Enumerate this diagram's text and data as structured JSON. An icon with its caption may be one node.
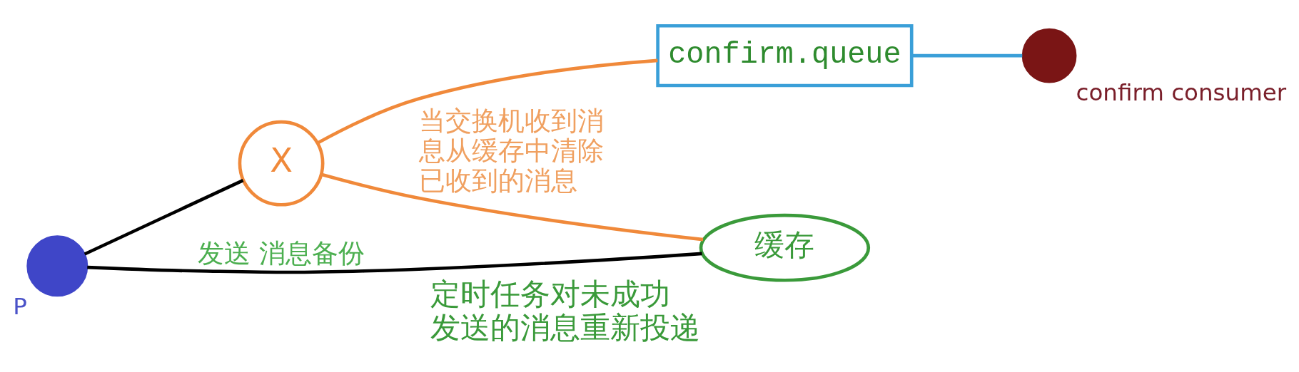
{
  "diagram": {
    "nodes": [
      {
        "text": [],
        "shape": "circle",
        "beside": [
          "P"
        ]
      },
      {
        "text": [
          "X"
        ]
      },
      {
        "text": [
          "confirm.queue"
        ]
      },
      {
        "text": [],
        "shape": "circle",
        "beside": [
          "confirm consumer"
        ]
      },
      {
        "text": [
          "缓存"
        ],
        "beside": [
          "定时任务对未成功发送的消息重新投递"
        ]
      }
    ],
    "edges": [
      {
        "from": 0,
        "to": 1,
        "arrow": "none",
        "color": "#000000"
      },
      {
        "from": 0,
        "to": 4,
        "arrow": "none",
        "label": "发送 消息备份",
        "color": "#000000"
      },
      {
        "from": 1,
        "to": 2,
        "arrow": "none",
        "color": "#f0893a"
      },
      {
        "from": 2,
        "to": 3,
        "arrow": "none",
        "color": "#3a9fd8"
      },
      {
        "from": 1,
        "to": 4,
        "arrow": "none",
        "label": "当交换机收到消息从缓存中清除已收到的消息",
        "color": "#f0893a"
      }
    ]
  }
}
